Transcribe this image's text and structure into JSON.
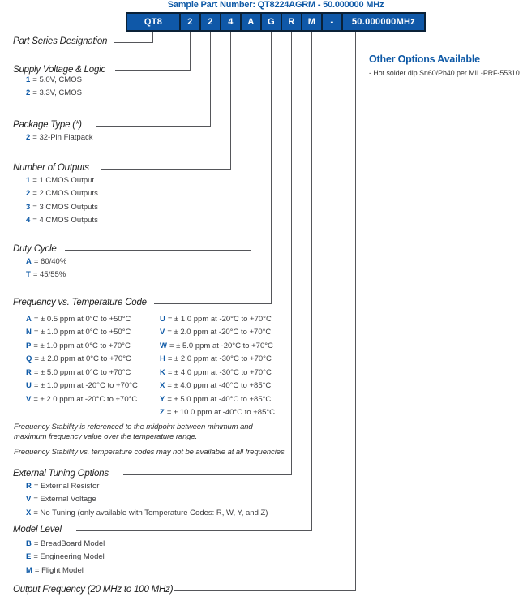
{
  "title": "Sample Part Number: QT8224AGRM - 50.000000 MHz",
  "part_number": {
    "boxes": [
      "QT8",
      "2",
      "2",
      "4",
      "A",
      "G",
      "R",
      "M",
      "-",
      "50.000000MHz"
    ]
  },
  "other_options": {
    "heading": "Other Options Available",
    "items": [
      "- Hot solder dip Sn60/Pb40 per MIL-PRF-55310"
    ]
  },
  "sections": [
    {
      "id": "part-series",
      "label": "Part Series Designation",
      "options": []
    },
    {
      "id": "supply-voltage",
      "label": "Supply Voltage & Logic",
      "options": [
        {
          "code": "1",
          "text": "= 5.0V, CMOS"
        },
        {
          "code": "2",
          "text": "= 3.3V, CMOS"
        }
      ]
    },
    {
      "id": "package-type",
      "label": "Package Type (*)",
      "options": [
        {
          "code": "2",
          "text": "= 32-Pin Flatpack"
        }
      ]
    },
    {
      "id": "number-outputs",
      "label": "Number of Outputs",
      "options": [
        {
          "code": "1",
          "text": "= 1 CMOS Output"
        },
        {
          "code": "2",
          "text": "= 2 CMOS Outputs"
        },
        {
          "code": "3",
          "text": "= 3 CMOS Outputs"
        },
        {
          "code": "4",
          "text": "= 4 CMOS Outputs"
        }
      ]
    },
    {
      "id": "duty-cycle",
      "label": "Duty Cycle",
      "options": [
        {
          "code": "A",
          "text": "= 60/40%"
        },
        {
          "code": "T",
          "text": "= 45/55%"
        }
      ]
    },
    {
      "id": "freq-temp",
      "label": "Frequency vs. Temperature Code",
      "options": [
        {
          "code": "A",
          "text": "= ± 0.5 ppm at 0°C to +50°C"
        },
        {
          "code": "N",
          "text": "= ± 1.0 ppm at 0°C to +50°C"
        },
        {
          "code": "P",
          "text": "= ± 1.0 ppm at 0°C to +70°C"
        },
        {
          "code": "Q",
          "text": "= ± 2.0 ppm at 0°C to +70°C"
        },
        {
          "code": "R",
          "text": "= ± 5.0 ppm at 0°C to +70°C"
        },
        {
          "code": "U",
          "text": "= ± 1.0 ppm at -20°C to +70°C"
        },
        {
          "code": "V",
          "text": "= ± 2.0 ppm at -20°C to +70°C"
        }
      ],
      "options_right": [
        {
          "code": "U",
          "text": "= ± 1.0 ppm at -20°C to +70°C"
        },
        {
          "code": "V",
          "text": "= ± 2.0 ppm at -20°C to +70°C"
        },
        {
          "code": "W",
          "text": "= ± 5.0 ppm at -20°C to +70°C"
        },
        {
          "code": "H",
          "text": "= ± 2.0 ppm at -30°C to +70°C"
        },
        {
          "code": "K",
          "text": "= ± 4.0 ppm at -30°C to +70°C"
        },
        {
          "code": "X",
          "text": "= ± 4.0 ppm at -40°C to +85°C"
        },
        {
          "code": "Y",
          "text": "= ± 5.0 ppm at -40°C to +85°C"
        },
        {
          "code": "Z",
          "text": "= ± 10.0 ppm at -40°C to +85°C"
        }
      ],
      "notes": [
        "Frequency Stability is referenced to the midpoint between minimum and maximum frequency value over the temperature range.",
        "Frequency Stability vs. temperature codes may not be available at all frequencies."
      ]
    },
    {
      "id": "external-tuning",
      "label": "External Tuning Options",
      "options": [
        {
          "code": "R",
          "text": "= External Resistor"
        },
        {
          "code": "V",
          "text": "= External Voltage"
        },
        {
          "code": "X",
          "text": "= No Tuning (only available with Temperature Codes: R, W, Y, and Z)"
        }
      ]
    },
    {
      "id": "model-level",
      "label": "Model Level",
      "options": [
        {
          "code": "B",
          "text": "= BreadBoard Model"
        },
        {
          "code": "E",
          "text": "= Engineering Model"
        },
        {
          "code": "M",
          "text": "= Flight Model"
        }
      ]
    },
    {
      "id": "output-frequency",
      "label": "Output Frequency (20 MHz to 100 MHz)",
      "options": []
    }
  ],
  "colors": {
    "accent_blue": "#0e59a6",
    "box_fill": "#0f58a8",
    "box_border": "#0a2137",
    "connector_gray": "#55565a"
  }
}
